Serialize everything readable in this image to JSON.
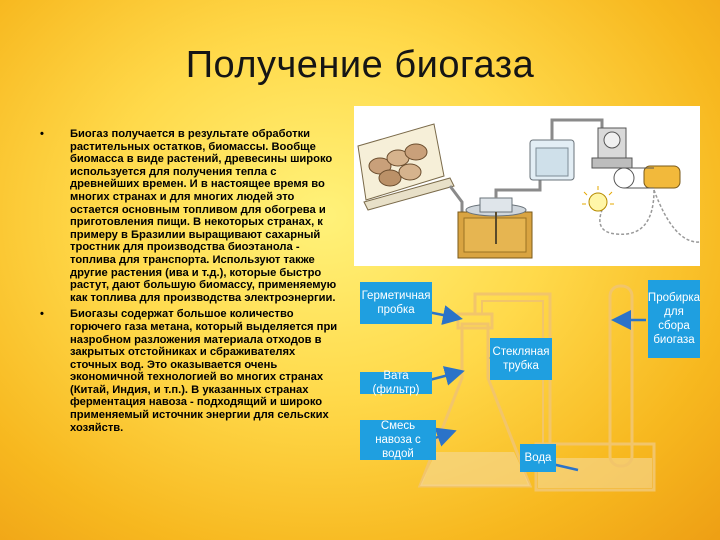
{
  "slide": {
    "title": "Получение биогаза"
  },
  "bullets": [
    {
      "mark": "•",
      "text": "Биогаз получается в результате обработки растительных остатков, биомассы. Вообще биомасса в виде растений, древесины широко используется для получения тепла с древнейших времен. И в настоящее время во многих странах и для многих людей это остается основным топливом для обогрева и приготовления пищи. В некоторых странах, к примеру в Бразилии выращивают сахарный тростник для производства биоэтанола - топлива для транспорта. Используют также другие растения (ива и т.д.), которые быстро растут, дают большую биомассу, применяемую как топлива для производства электроэнергии."
    },
    {
      "mark": "•",
      "text": "Биогазы содержат большое количество горючего газа метана, который выделяется при назробном разложения материала отходов в закрытых отстойниках и сбраживателях сточных вод. Это оказывается очень экономичной технологией во многих странах (Китай, Индия, и т.п.). В указанных странах ферментация навоза - подходящий и широко применяемый источник энергии для сельских хозяйств."
    }
  ],
  "diagram": {
    "labels": {
      "sealed_cap": "Герметичная пробка",
      "glass_tube": "Стекляная трубка",
      "cotton_filter": "Вата (фильтр)",
      "manure_mix": "Смесь навоза с водой",
      "water": "Вода",
      "collection_tube": "Пробирка для сбора биогаза"
    },
    "colors": {
      "label_bg": "#1f9fe0",
      "arrow": "#2b73c8",
      "glass": "#f2c56a"
    }
  }
}
